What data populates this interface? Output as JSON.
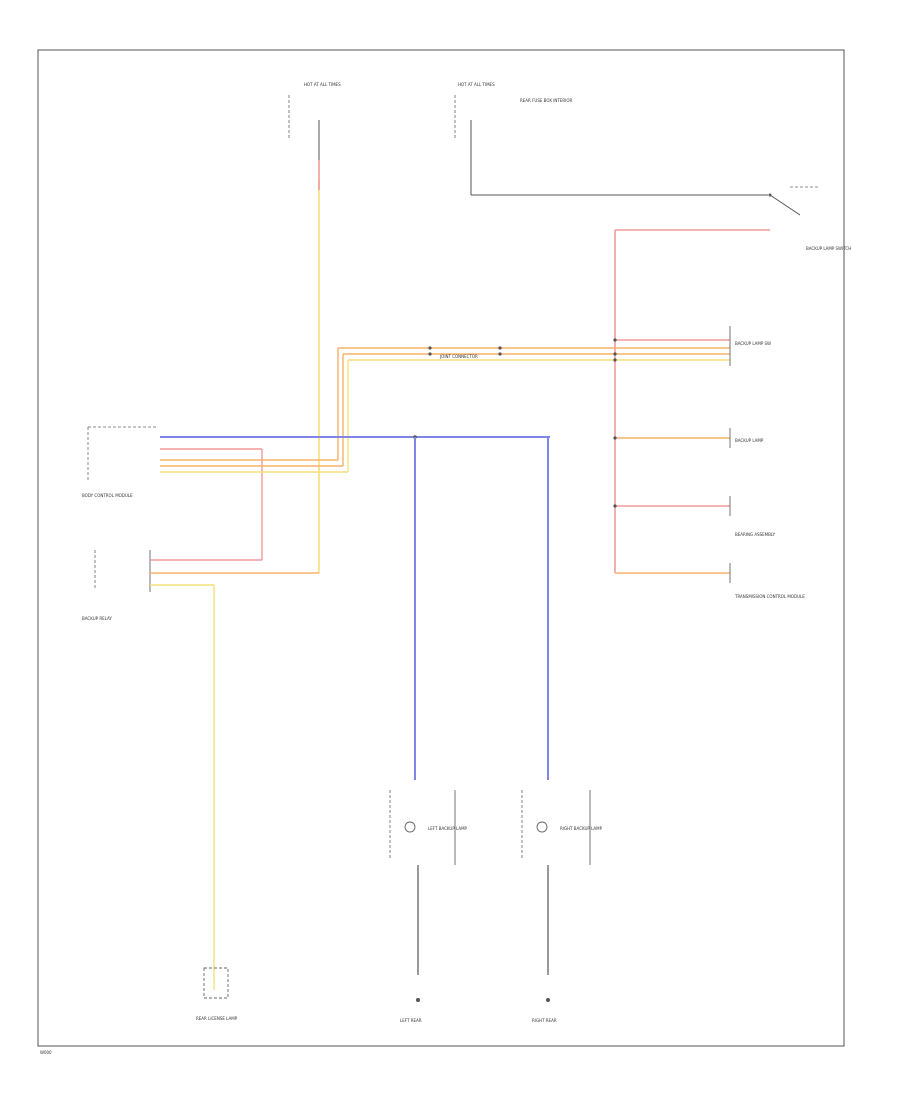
{
  "labels": {
    "hot_left": "HOT AT ALL TIMES",
    "hot_right": "HOT AT ALL TIMES",
    "note_right": "REAR FUSE BOX INTERIOR",
    "switch_label": "BACKUP LAMP SWITCH",
    "joint": "JOINT CONNECTOR",
    "module_left": "BODY CONTROL MODULE",
    "backup_relay": "BACKUP RELAY",
    "right_1": "BACKUP LAMP SW",
    "right_2": "BACKUP LAMP",
    "right_3": "BEARING ASSEMBLY",
    "right_4": "TRANSMISSION CONTROL MODULE",
    "left_lamp": "LEFT BACKUP LAMP",
    "right_lamp": "RIGHT BACKUP LAMP",
    "ground_left": "REAR LICENSE LAMP",
    "ground_mid": "LEFT REAR",
    "ground_right": "RIGHT REAR",
    "footer": "W000"
  },
  "colors": {
    "yellow": "#f4e07a",
    "red": "#f39a9a",
    "orange": "#f6b26b",
    "blue": "#7f86e6",
    "black": "#555555"
  }
}
